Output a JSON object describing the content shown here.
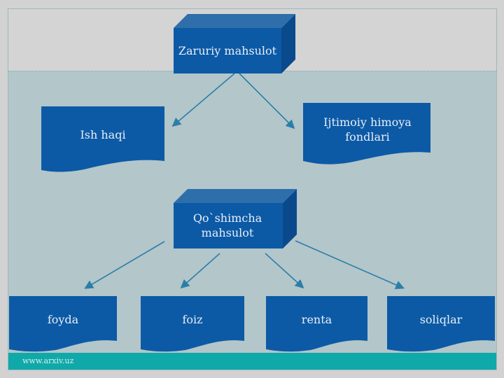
{
  "diagram": {
    "root1": {
      "label": "Zaruriy mahsulot"
    },
    "root1_children": [
      {
        "label": "Ish haqi"
      },
      {
        "label": "Ijtimoiy himoya fondlari"
      }
    ],
    "root2": {
      "label": "Qo`shimcha mahsulot"
    },
    "root2_children": [
      {
        "label": "foyda"
      },
      {
        "label": "foiz"
      },
      {
        "label": "renta"
      },
      {
        "label": "soliqlar"
      }
    ]
  },
  "footer": {
    "url": "www.arxiv.uz"
  },
  "colors": {
    "box": "#0c5aa6",
    "box_top": "#2e6eaa",
    "box_side": "#0a4a8c",
    "arrow": "#2a7fa8",
    "footer": "#10a9a9",
    "background": "#b3c6ca"
  }
}
